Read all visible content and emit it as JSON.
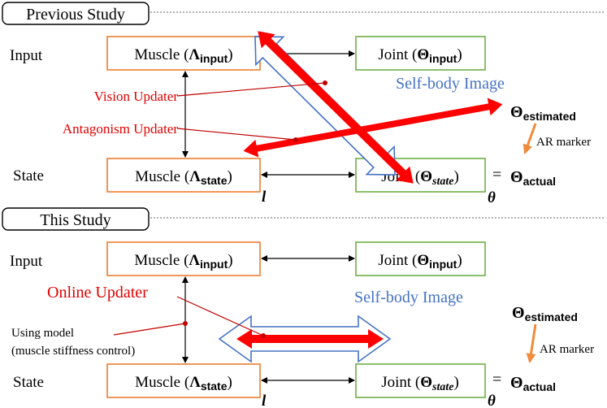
{
  "colors": {
    "muscle_border": "#ED7D31",
    "joint_border": "#70AD47",
    "updater_red": "#E00000",
    "self_body_blue": "#4472C4",
    "ar_arrow": "#F08A3C"
  },
  "previous": {
    "title": "Previous Study",
    "input_label": "Input",
    "state_label": "State",
    "muscle_input": {
      "prefix": "Muscle (",
      "sym": "Λ",
      "sub": "input",
      "suffix": ")"
    },
    "joint_input": {
      "prefix": "Joint (",
      "sym": "Θ",
      "sub": "input",
      "suffix": ")"
    },
    "muscle_state": {
      "prefix": "Muscle (",
      "sym": "Λ",
      "sub": "state",
      "suffix": ")"
    },
    "joint_state": {
      "prefix": "Joint (",
      "sym": "Θ",
      "sub": "state",
      "suffix": ")"
    },
    "vision_updater": "Vision Updater",
    "antagonism_updater": "Antagonism Updater",
    "self_body_image": "Self-body Image",
    "theta_estimated": {
      "sym": "Θ",
      "sub": "estimated"
    },
    "ar_marker": "AR marker",
    "equals": "=",
    "theta_actual": {
      "sym": "Θ",
      "sub": "actual"
    },
    "l_symbol": "l",
    "theta_symbol": "θ"
  },
  "current": {
    "title": "This Study",
    "input_label": "Input",
    "state_label": "State",
    "muscle_input": {
      "prefix": "Muscle (",
      "sym": "Λ",
      "sub": "input",
      "suffix": ")"
    },
    "joint_input": {
      "prefix": "Joint (",
      "sym": "Θ",
      "sub": "input",
      "suffix": ")"
    },
    "muscle_state": {
      "prefix": "Muscle (",
      "sym": "Λ",
      "sub": "state",
      "suffix": ")"
    },
    "joint_state": {
      "prefix": "Joint (",
      "sym": "Θ",
      "sub": "state",
      "suffix": ")"
    },
    "online_updater": "Online Updater",
    "using_model_line1": "Using model",
    "using_model_line2": "(muscle stiffness control)",
    "self_body_image": "Self-body Image",
    "theta_estimated": {
      "sym": "Θ",
      "sub": "estimated"
    },
    "ar_marker": "AR marker",
    "equals": "=",
    "theta_actual": {
      "sym": "Θ",
      "sub": "actual"
    },
    "l_symbol": "l",
    "theta_symbol": "θ"
  }
}
